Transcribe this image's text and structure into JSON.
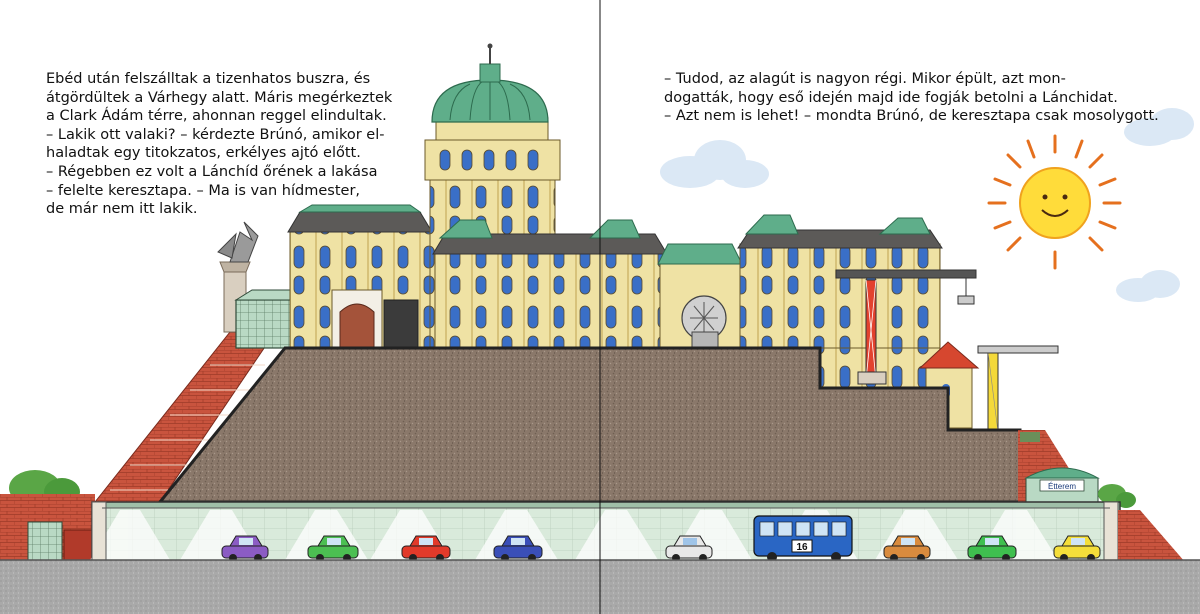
{
  "left_page": {
    "lines": [
      "Ebéd után felszálltak a tizenhatos buszra, és",
      "átgördültek a Várhegy alatt. Máris megérkeztek",
      "a Clark Ádám térre, ahonnan reggel elindultak.",
      "– Lakik ott valaki? – kérdezte Brúnó, amikor el-",
      "haladtak egy titokzatos, erkélyes ajtó előtt.",
      "– Régebben ez volt a Lánchíd őrének a lakása",
      "– felelte keresztapa. – Ma is van hídmester,",
      "de már nem itt lakik."
    ]
  },
  "right_page": {
    "lines": [
      "– Tudod, az alagút is nagyon régi. Mikor épült, azt mon-",
      "dogatták, hogy eső idején majd ide fogják betolni a Lánchidat.",
      "– Azt nem is lehet! – mondta Brúnó, de keresztapa csak mosolygott."
    ]
  },
  "scene": {
    "bus_number": "16",
    "restaurant_sign": "Étterem",
    "colors": {
      "sky": "#ffffff",
      "hill": "#8a786a",
      "palace_facade": "#efe2a4",
      "roof": "#5c5a58",
      "dome": "#5fae8a",
      "tunnel_tile": "#d9eadb",
      "road": "#a8a8a8",
      "brick": "#c9543e",
      "sun": "#ffdc3a"
    },
    "cars": [
      {
        "color": "#8b5cc4"
      },
      {
        "color": "#4cbf52"
      },
      {
        "color": "#e23a2a"
      },
      {
        "color": "#3a4fb8"
      },
      {
        "color": "#e8e8e8"
      },
      {
        "color": "#d98b3e"
      },
      {
        "color": "#3fbf4f"
      },
      {
        "color": "#f4de3a"
      }
    ]
  }
}
